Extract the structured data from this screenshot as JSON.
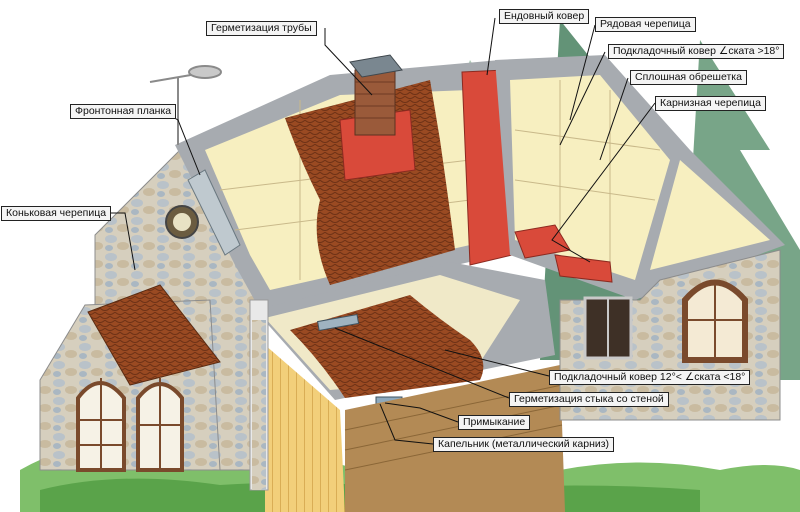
{
  "diagram": {
    "labels": {
      "pipe_sealing": "Герметизация трубы",
      "valley_carpet": "Ендовный ковер",
      "row_tile": "Рядовая черепица",
      "underlay_steep": "Подкладочный ковер  ∠ската >18°",
      "solid_sheathing": "Сплошная обрешетка",
      "eave_tile": "Карнизная черепица",
      "gable_strip": "Фронтонная планка",
      "ridge_tile": "Коньковая черепица",
      "underlay_low": "Подкладочный ковер  12°< ∠ската <18°",
      "wall_joint_sealing": "Герметизация стыка со стеной",
      "abutment": "Примыкание",
      "drip_edge": "Капельник (металлический карниз)"
    },
    "colors": {
      "shingle": "#9a4a22",
      "valley_red": "#d94a3a",
      "sheathing": "#f7efc0",
      "roof_edge": "#a7abb0",
      "wall_stone": "#cfc7b5",
      "grass": "#7fbf6a",
      "tree": "#2f6f4a"
    }
  }
}
